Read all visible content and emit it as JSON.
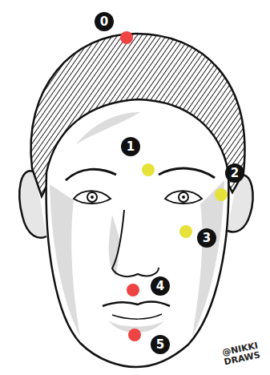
{
  "diagram": {
    "labels": [
      "0",
      "1",
      "2",
      "3",
      "4",
      "5",
      "@NIKKI DRAWS"
    ]
  }
}
